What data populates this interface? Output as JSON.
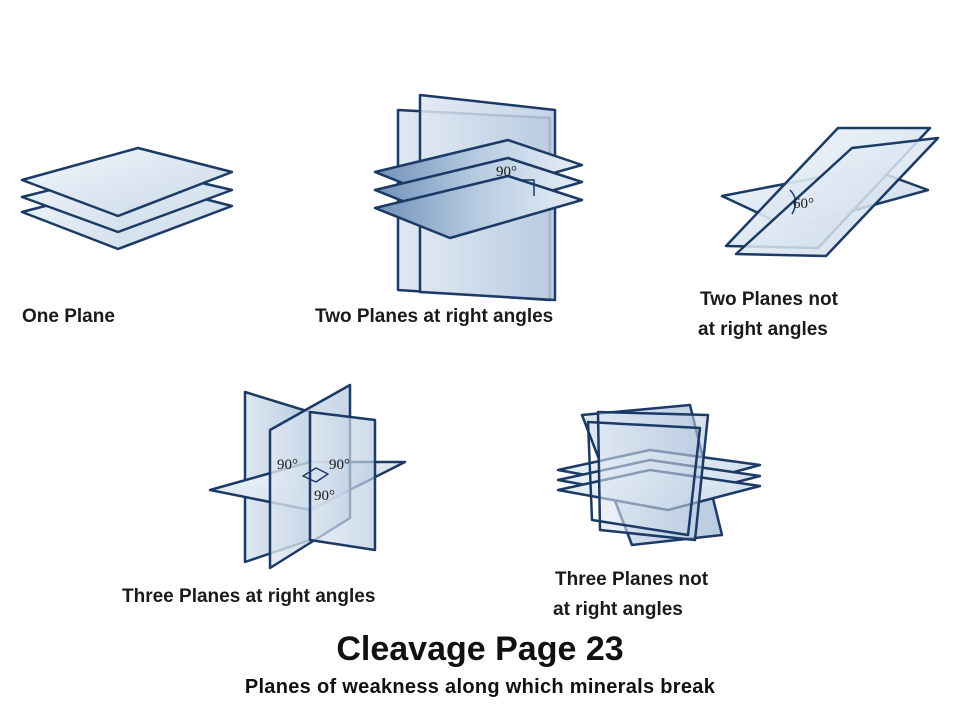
{
  "labels": {
    "one_plane": "One Plane",
    "two_right": "Two Planes at right angles",
    "two_not_right_1": "Two Planes not",
    "two_not_right_2": "at right angles",
    "three_right": "Three Planes at right angles",
    "three_not_right_1": "Three Planes not",
    "three_not_right_2": "at right angles"
  },
  "angles": {
    "two_right": "90°",
    "two_not_right": "60°",
    "three_right_left": "90°",
    "three_right_right": "90°",
    "three_right_bottom": "90°"
  },
  "heading": {
    "title": "Cleavage Page 23",
    "subtitle": "Planes of weakness along which minerals break"
  },
  "colors": {
    "plane_fill_light": "#e3ecf4",
    "plane_fill_mid": "#c4d4e4",
    "plane_fill_dark": "#7f9fc2",
    "plane_edge": "#1b3a66"
  }
}
